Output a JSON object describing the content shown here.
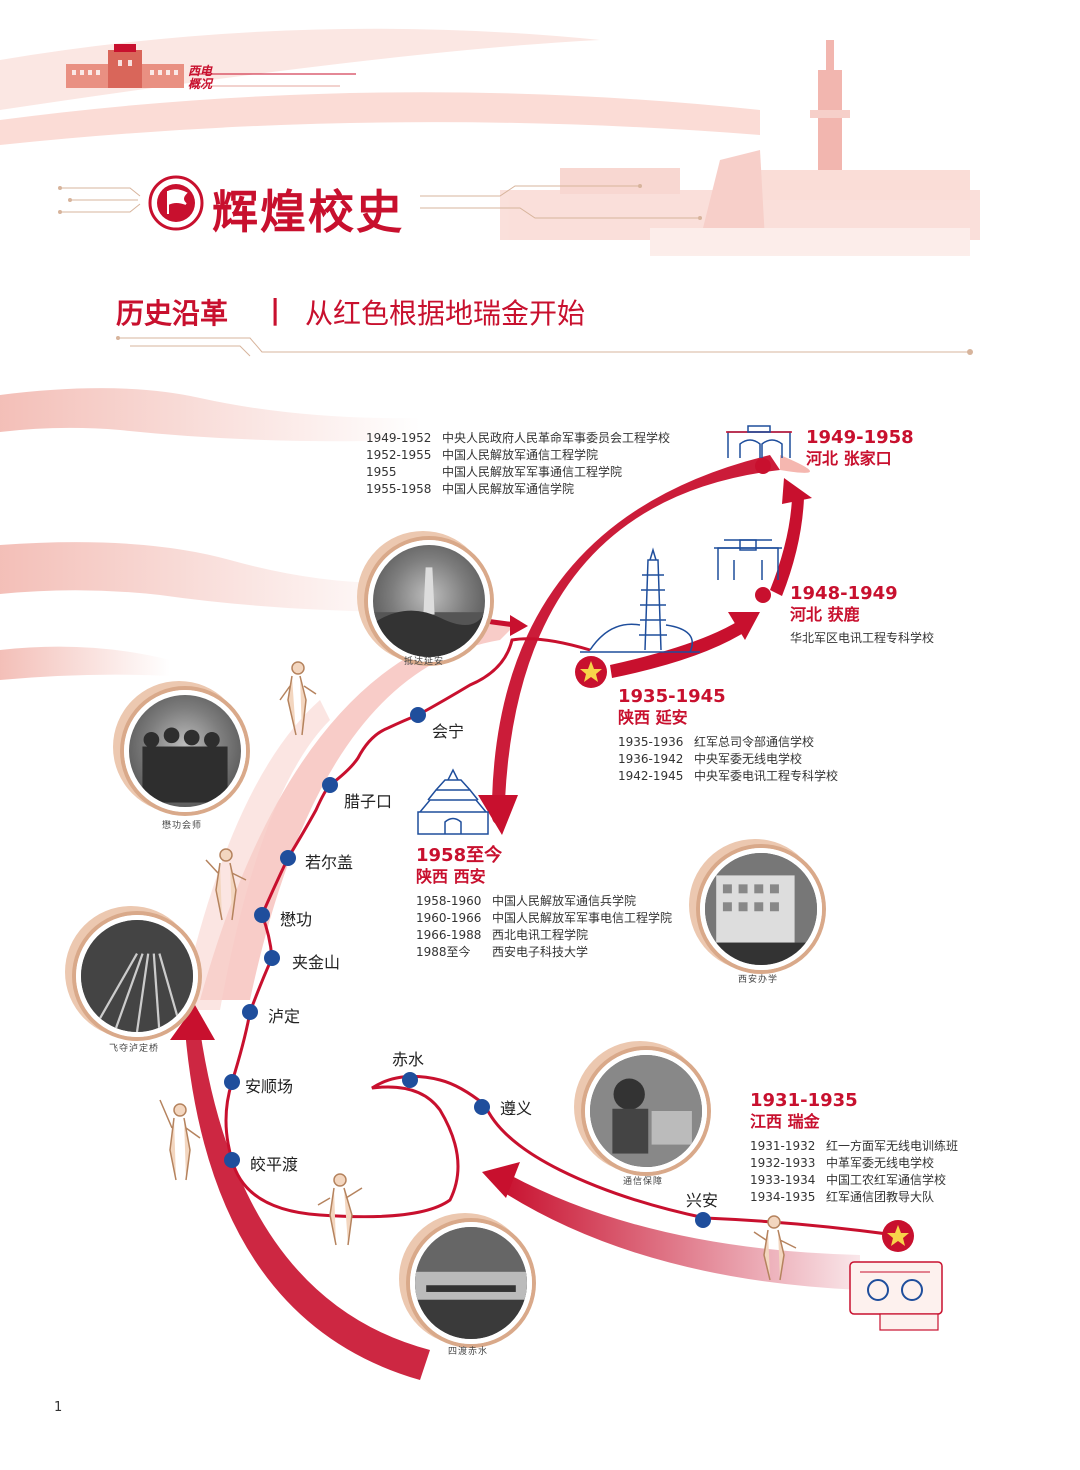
{
  "header": {
    "logo_text_line1": "西电",
    "logo_text_line2": "概况",
    "title": "辉煌校史"
  },
  "section": {
    "title": "历史沿革",
    "divider": "|",
    "subtitle": "从红色根据地瑞金开始"
  },
  "eras": {
    "zhangjiakou": {
      "years": "1949-1958",
      "place": "河北 张家口",
      "entries": [
        {
          "years": "1949-1952",
          "name": "中央人民政府人民革命军事委员会工程学校"
        },
        {
          "years": "1952-1955",
          "name": "中国人民解放军通信工程学院"
        },
        {
          "years": "1955",
          "name": "中国人民解放军军事通信工程学院"
        },
        {
          "years": "1955-1958",
          "name": "中国人民解放军通信学院"
        }
      ]
    },
    "huolu": {
      "years": "1948-1949",
      "place": "河北 获鹿",
      "sub": "华北军区电讯工程专科学校"
    },
    "yanan": {
      "years": "1935-1945",
      "place": "陕西 延安",
      "entries": [
        {
          "years": "1935-1936",
          "name": "红军总司令部通信学校"
        },
        {
          "years": "1936-1942",
          "name": "中央军委无线电学校"
        },
        {
          "years": "1942-1945",
          "name": "中央军委电讯工程专科学校"
        }
      ]
    },
    "xian": {
      "years": "1958至今",
      "place": "陕西 西安",
      "entries": [
        {
          "years": "1958-1960",
          "name": "中国人民解放军通信兵学院"
        },
        {
          "years": "1960-1966",
          "name": "中国人民解放军军事电信工程学院"
        },
        {
          "years": "1966-1988",
          "name": "西北电讯工程学院"
        },
        {
          "years": "1988至今",
          "name": "西安电子科技大学"
        }
      ]
    },
    "ruijin": {
      "years": "1931-1935",
      "place": "江西 瑞金",
      "entries": [
        {
          "years": "1931-1932",
          "name": "红一方面军无线电训练班"
        },
        {
          "years": "1932-1933",
          "name": "中革军委无线电学校"
        },
        {
          "years": "1933-1934",
          "name": "中国工农红军通信学校"
        },
        {
          "years": "1934-1935",
          "name": "红军通信团教导大队"
        }
      ]
    }
  },
  "stops": {
    "huining": "会宁",
    "lazikou": "腊子口",
    "ruoergai": "若尔盖",
    "maogong": "懋功",
    "jiajinshan": "夹金山",
    "luding": "泸定",
    "anshunchang": "安顺场",
    "jiaopingdu": "皎平渡",
    "chishui": "赤水",
    "zunyi": "遵义",
    "xingan": "兴安"
  },
  "photo_captions": {
    "yanan": "抵达延安",
    "maogong": "懋功会师",
    "luding": "飞夺泸定桥",
    "xian": "西安办学",
    "signal": "通信保障",
    "chishui": "四渡赤水"
  },
  "page_number": "1",
  "colors": {
    "red": "#c8102e",
    "blue_stop": "#1f4e9c",
    "gold": "#d9a98a",
    "pink": "#f3c4bd"
  },
  "icons": {
    "emblem": "red-flag-emblem-icon",
    "star": "star-icon",
    "soldier": "soldier-figure-icon",
    "radio": "radio-icon"
  }
}
